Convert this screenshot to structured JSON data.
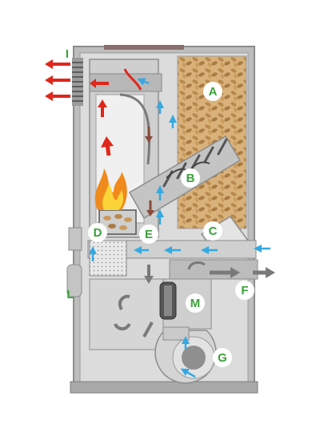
{
  "labels": {
    "I": "I",
    "A": "A",
    "B": "B",
    "C": "C",
    "D": "D",
    "E": "E",
    "F": "F",
    "L": "L",
    "M": "M",
    "G": "G"
  },
  "colors": {
    "label_green": "#3aa13a",
    "hot_air_red": "#e0271b",
    "cold_air_blue": "#35a9e1",
    "exhaust_grey": "#7a7a7a",
    "pellet_brown": "#c99a5b",
    "flame_orange": "#f08a1c",
    "casing_grey": "#c9c9c9"
  },
  "icons": [
    "flame-icon",
    "pellet-auger-icon",
    "fan-icon",
    "exhaust-arrow-icon",
    "air-flow-arrow-icon"
  ]
}
